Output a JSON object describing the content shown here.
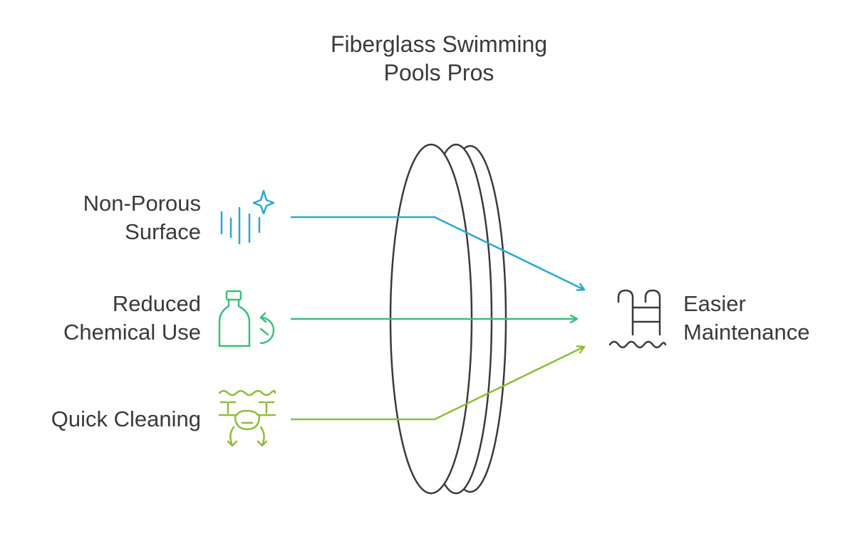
{
  "title": {
    "line1": "Fiberglass Swimming",
    "line2": "Pools Pros"
  },
  "inputs": [
    {
      "line1": "Non-Porous",
      "line2": "Surface",
      "icon": "sparkle-surface-icon",
      "color": "#2aa7d1"
    },
    {
      "line1": "Reduced",
      "line2": "Chemical Use",
      "icon": "bottle-refresh-icon",
      "color": "#3dbd7d"
    },
    {
      "line1": "Quick Cleaning",
      "line2": "",
      "icon": "pool-drone-icon",
      "color": "#8cbd3a"
    }
  ],
  "output": {
    "line1": "Easier",
    "line2": "Maintenance",
    "icon": "pool-ladder-icon",
    "color": "#3a3a3a"
  },
  "lens_color": "#3a3a3a"
}
